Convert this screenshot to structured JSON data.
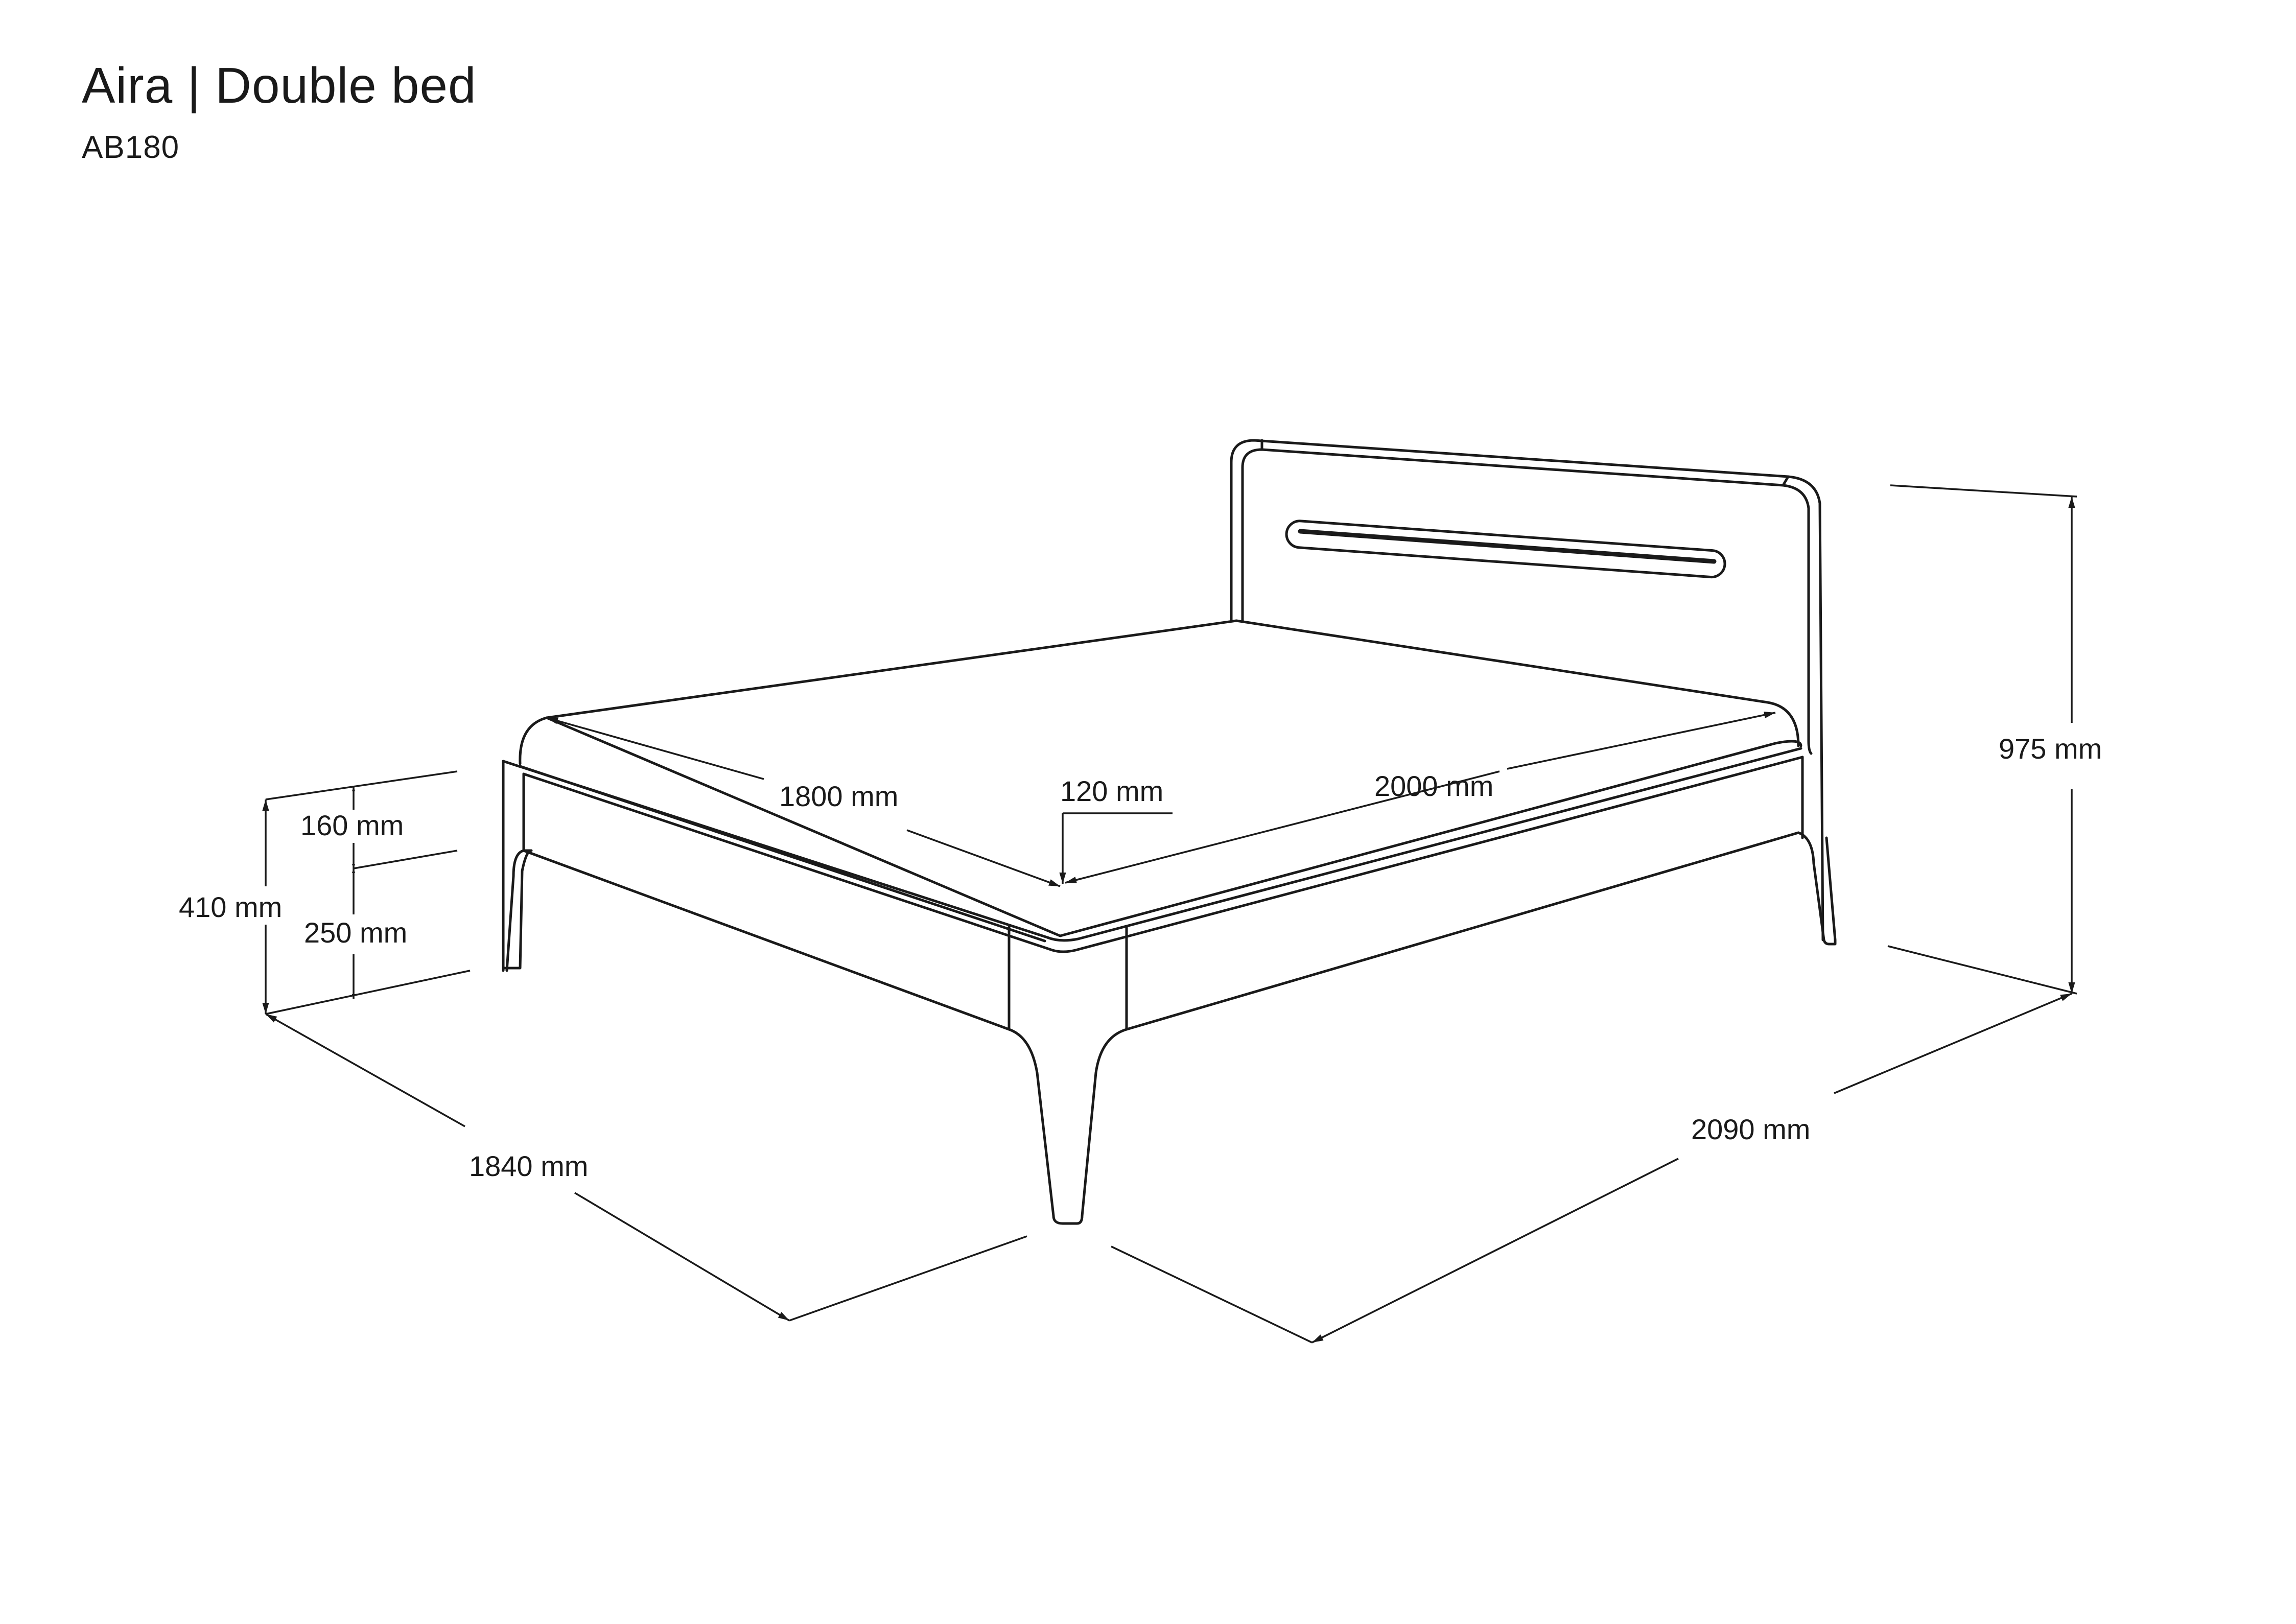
{
  "header": {
    "title": "Aira | Double bed",
    "model": "AB180"
  },
  "dimensions": {
    "mattress_width": "1800 mm",
    "mattress_height": "120 mm",
    "mattress_length": "2000 mm",
    "total_height": "975 mm",
    "bed_height": "410 mm",
    "frame_top": "160 mm",
    "leg_clearance": "250 mm",
    "total_width": "1840 mm",
    "total_length": "2090 mm"
  },
  "colors": {
    "line": "#1a1a1a",
    "background": "#ffffff"
  }
}
